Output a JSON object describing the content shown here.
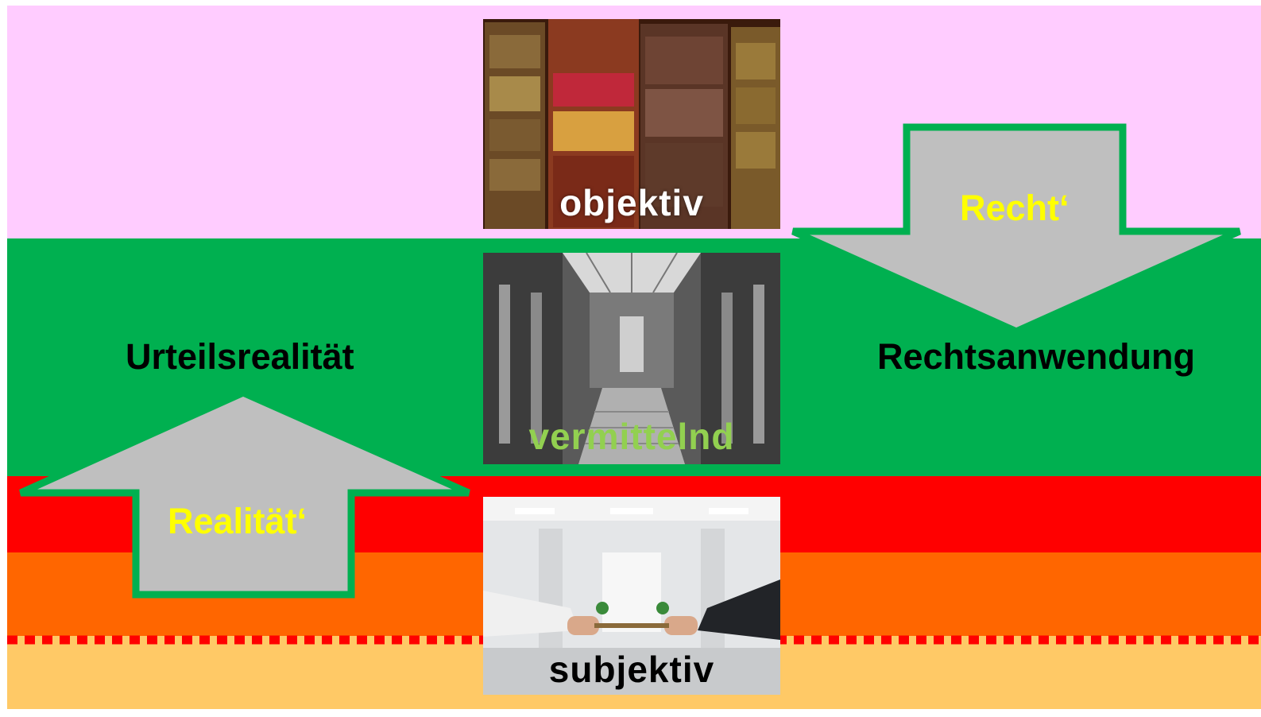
{
  "diagram": {
    "zones": {
      "pink_color": "#ffccff",
      "green_color": "#00b050",
      "red_color": "#ff0000",
      "orange_color": "#ff6600",
      "yellow_color": "#ffc966"
    },
    "photos": [
      {
        "subject": "old-law-books-photo",
        "caption": "objektiv"
      },
      {
        "subject": "courthouse-hall-photo",
        "caption": "vermittelnd"
      },
      {
        "subject": "office-tug-of-war-photo",
        "caption": "subjektiv"
      }
    ],
    "left_label": "Urteilsrealität",
    "right_label": "Rechtsanwendung",
    "down_arrow": {
      "label": "Recht‘",
      "direction": "down",
      "fill": "#bfbfbf",
      "outline": "#00b050",
      "label_color": "#ffff00"
    },
    "up_arrow": {
      "label": "Realität‘",
      "direction": "up",
      "fill": "#bfbfbf",
      "outline": "#00b050",
      "label_color": "#ffff00"
    },
    "divider": {
      "style": "dashed",
      "color": "#ff0000"
    }
  }
}
